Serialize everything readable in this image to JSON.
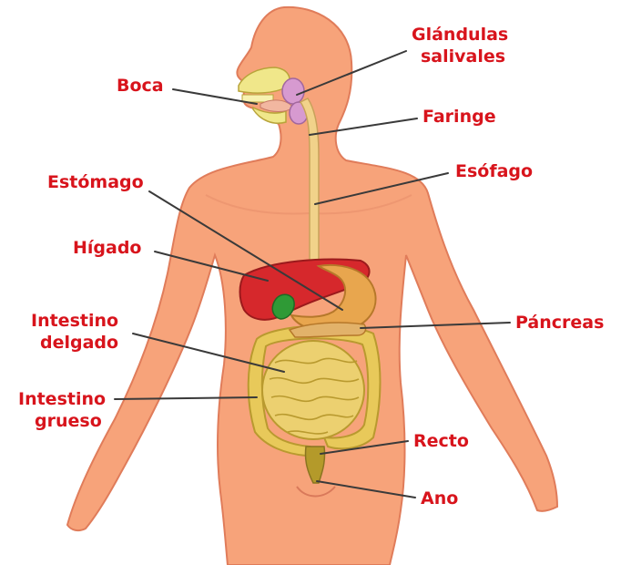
{
  "labels": {
    "glandulas": [
      "Glándulas",
      "salivales"
    ],
    "boca": "Boca",
    "faringe": "Faringe",
    "esofago": "Esófago",
    "estomago": "Estómago",
    "higado": "Hígado",
    "pancreas": "Páncreas",
    "intestino_delgado": [
      "Intestino",
      "delgado"
    ],
    "intestino_grueso": [
      "Intestino",
      "grueso"
    ],
    "recto": "Recto",
    "ano": "Ano"
  },
  "colors": {
    "skin": "#f7a37a",
    "skin_outline": "#e07c5a",
    "label_text": "#d8141c",
    "leader_line": "#3a3a3a",
    "liver": "#d6282c",
    "stomach": "#e8a64e",
    "gallbladder": "#2f9a36",
    "intestine": "#e8c95a",
    "salivary_gland": "#d79ad0",
    "esophagus": "#f1d28a"
  }
}
